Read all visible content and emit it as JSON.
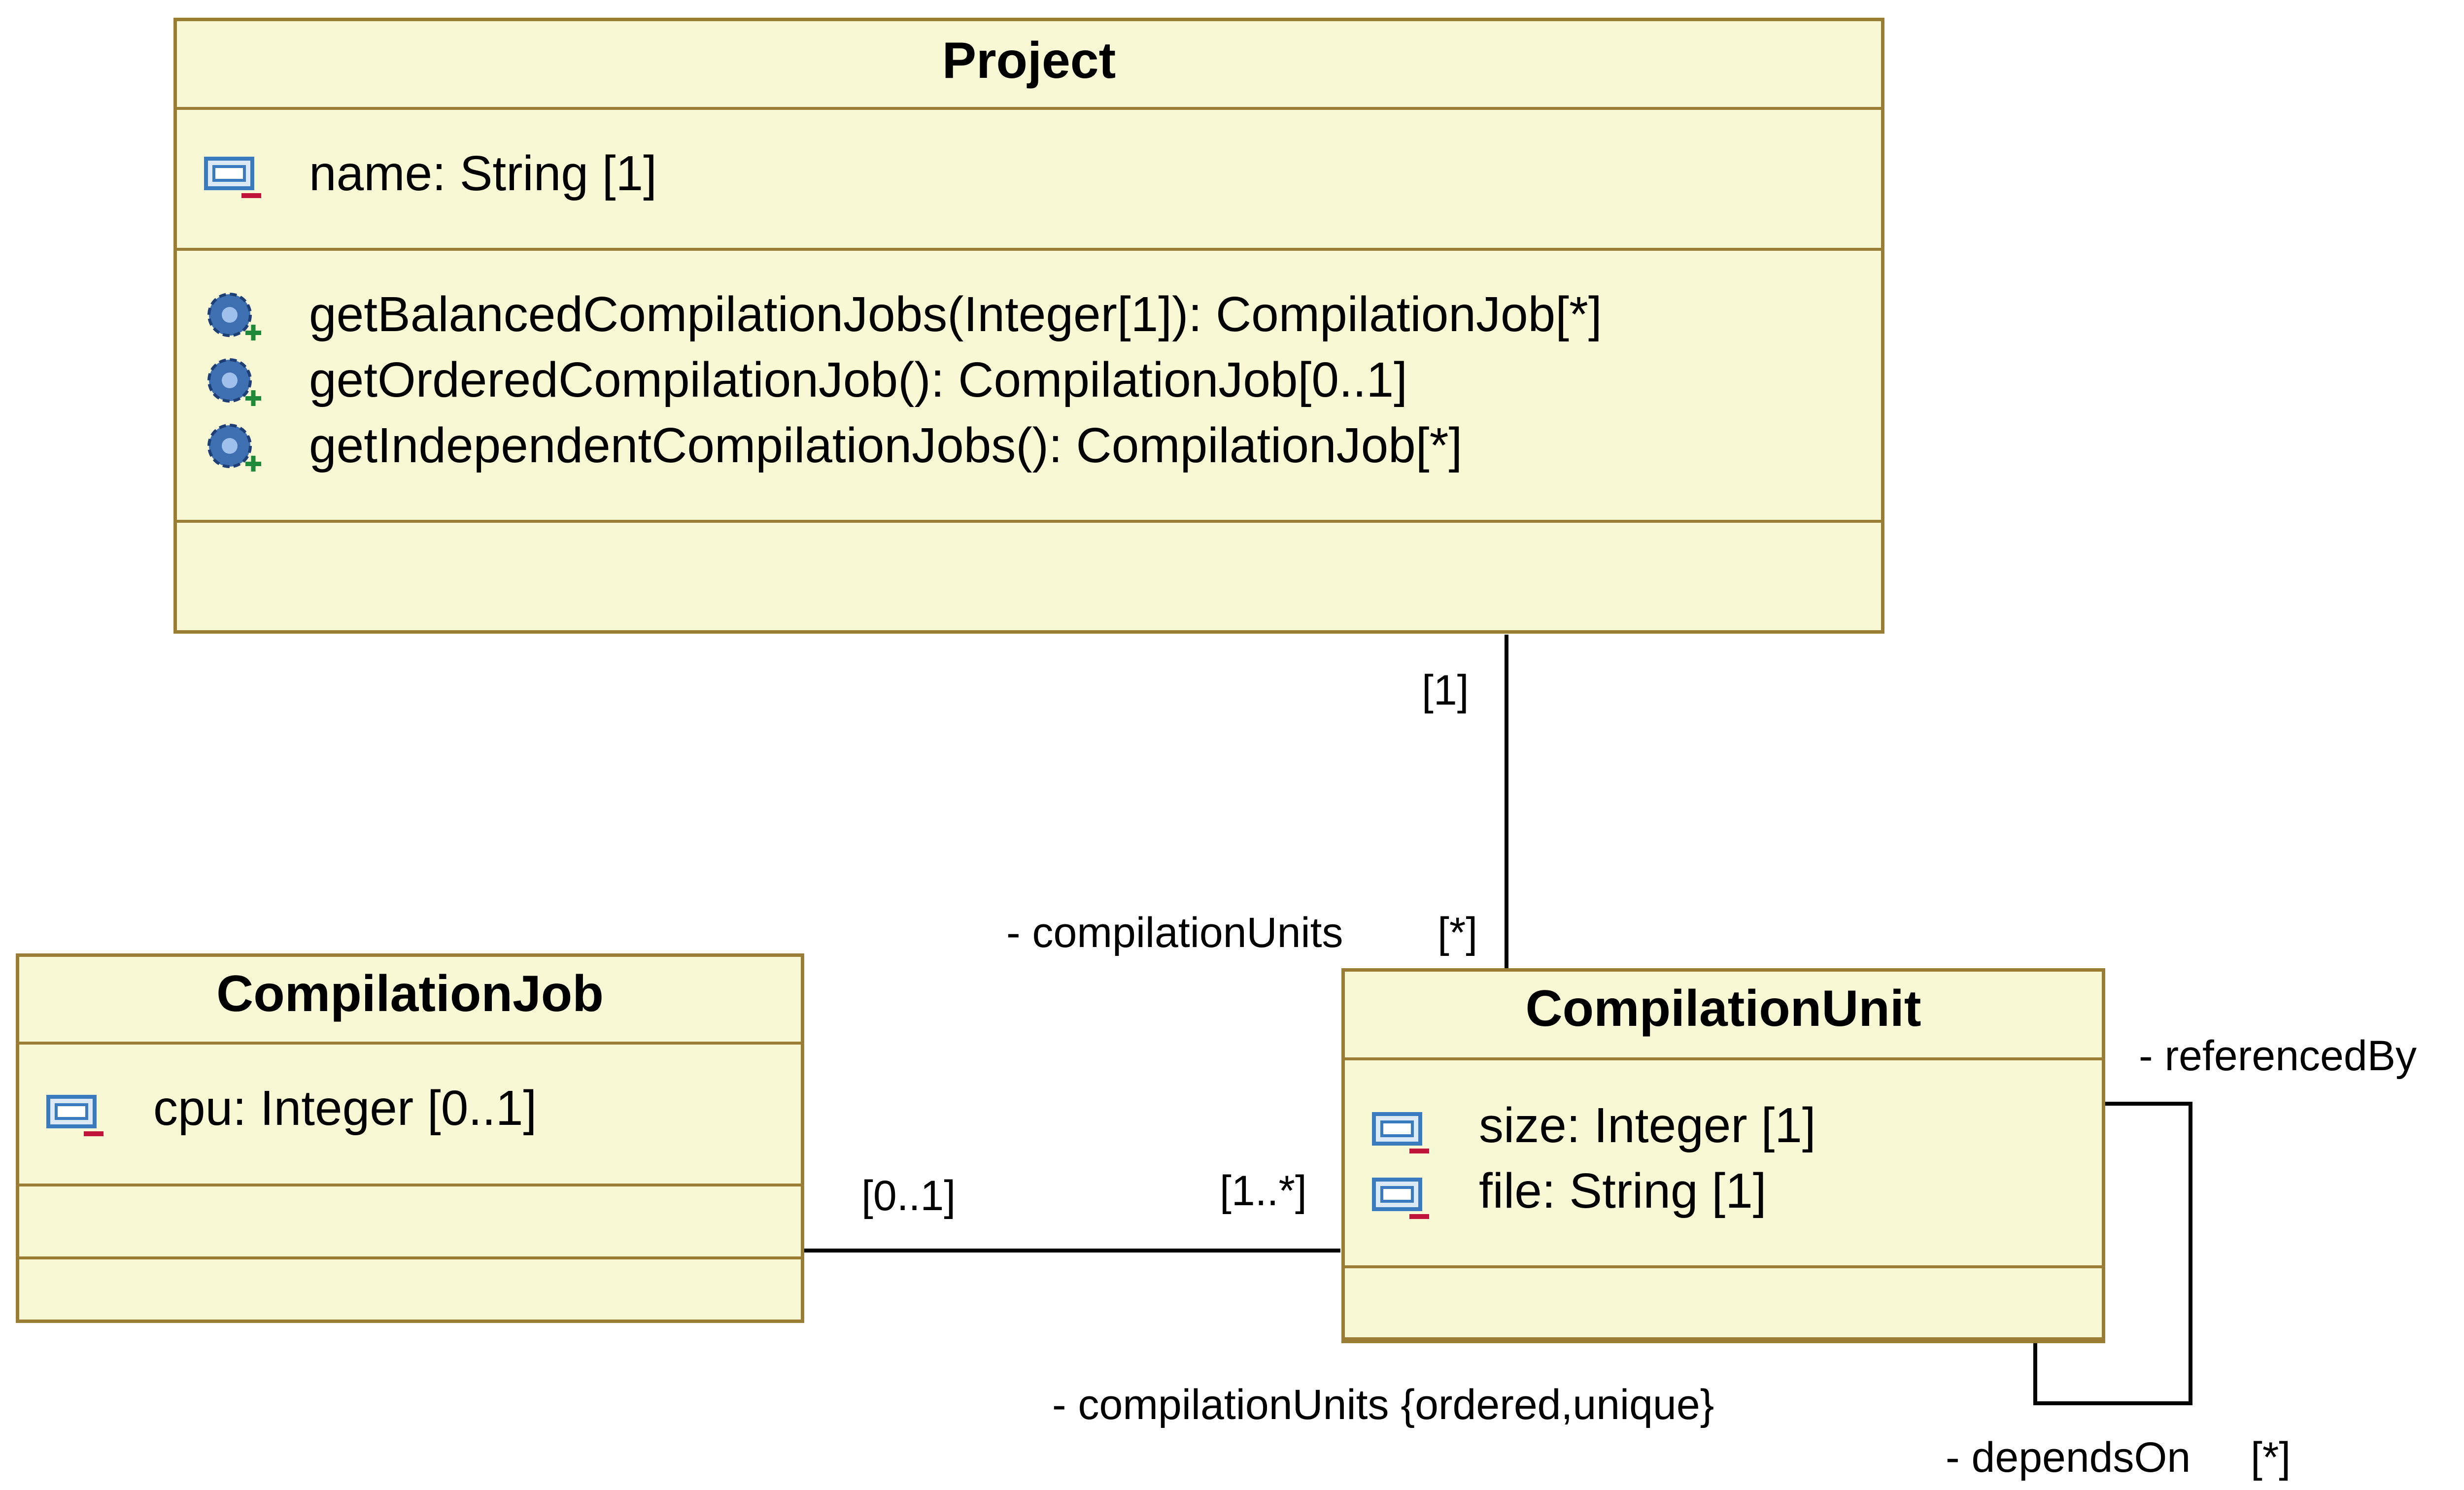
{
  "classes": {
    "project": {
      "name": "Project",
      "attributes": [
        "name: String [1]"
      ],
      "operations": [
        "getBalancedCompilationJobs(Integer[1]): CompilationJob[*]",
        "getOrderedCompilationJob(): CompilationJob[0..1]",
        "getIndependentCompilationJobs(): CompilationJob[*]"
      ]
    },
    "compilation_job": {
      "name": "CompilationJob",
      "attributes": [
        "cpu: Integer [0..1]"
      ]
    },
    "compilation_unit": {
      "name": "CompilationUnit",
      "attributes": [
        "size: Integer [1]",
        "file: String [1]"
      ]
    }
  },
  "associations": {
    "project_units": {
      "source_mult": "[1]",
      "target_role": "- compilationUnits",
      "target_mult": "[*]"
    },
    "job_units": {
      "source_mult": "[0..1]",
      "target_mult": "[1..*]",
      "target_role": "- compilationUnits {ordered,unique}"
    },
    "unit_self": {
      "role_a": "- referencedBy",
      "mult_a": "[*]",
      "role_b": "- dependsOn",
      "mult_b": "[*]"
    }
  },
  "icons": {
    "attribute": "private-attribute-icon",
    "operation": "public-operation-icon"
  },
  "colors": {
    "class_fill": "#f8f8d4",
    "class_border": "#9a7d34",
    "attr_icon_blue": "#3a7bbf",
    "private_marker": "#c0143c",
    "public_marker": "#1e8a3a"
  }
}
